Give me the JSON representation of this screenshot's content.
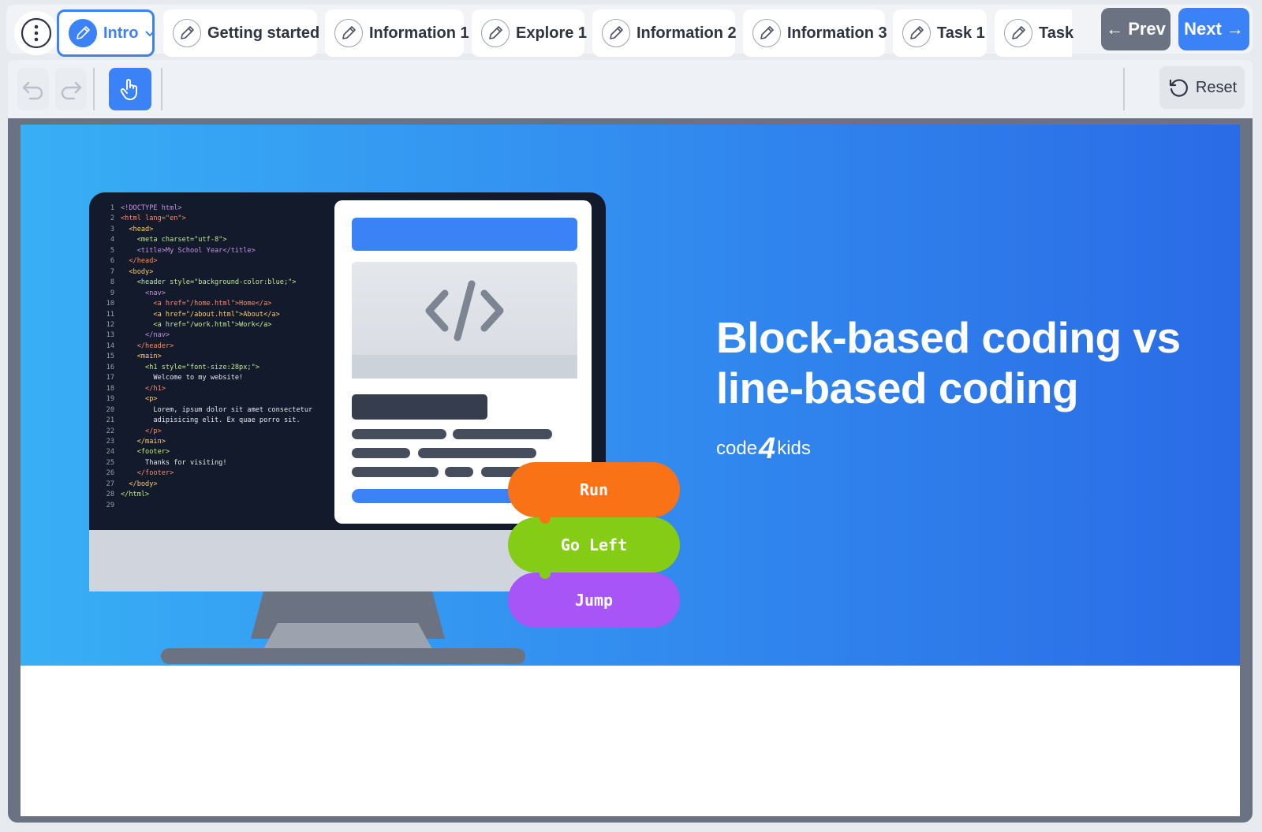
{
  "tabs": [
    {
      "label": "Intro",
      "active": true
    },
    {
      "label": "Getting started",
      "active": false
    },
    {
      "label": "Information 1",
      "active": false
    },
    {
      "label": "Explore 1",
      "active": false
    },
    {
      "label": "Information 2",
      "active": false
    },
    {
      "label": "Information 3",
      "active": false
    },
    {
      "label": "Task 1",
      "active": false
    },
    {
      "label": "Task",
      "active": false
    }
  ],
  "nav": {
    "prev_label": "← Prev",
    "next_label": "Next →"
  },
  "toolbar": {
    "reset_label": "Reset"
  },
  "colors": {
    "accent": "#3b82f6",
    "run": "#f97316",
    "go_left": "#84cc16",
    "jump": "#a855f7"
  },
  "slide": {
    "title": "Block-based coding vs line-based coding",
    "brand": {
      "before": "code",
      "number": "4",
      "after": "kids"
    },
    "code_lines": [
      "<!DOCTYPE html>",
      "<html lang=\"en\">",
      "  <head>",
      "    <meta charset=\"utf-8\">",
      "    <title>My School Year</title>",
      "  </head>",
      "  <body>",
      "    <header style=\"background-color:blue;\">",
      "      <nav>",
      "        <a href=\"/home.html\">Home</a>",
      "        <a href=\"/about.html\">About</a>",
      "        <a href=\"/work.html\">Work</a>",
      "      </nav>",
      "    </header>",
      "    <main>",
      "      <h1 style=\"font-size:28px;\">",
      "        Welcome to my website!",
      "      </h1>",
      "      <p>",
      "        Lorem, ipsum dolor sit amet consectetur",
      "        adipisicing elit. Ex quae porro sit.",
      "      </p>",
      "    </main>",
      "    <footer>",
      "      Thanks for visiting!",
      "    </footer>",
      "  </body>",
      "</html>",
      ""
    ],
    "blocks": [
      {
        "label": "Run"
      },
      {
        "label": "Go Left"
      },
      {
        "label": "Jump"
      }
    ]
  }
}
